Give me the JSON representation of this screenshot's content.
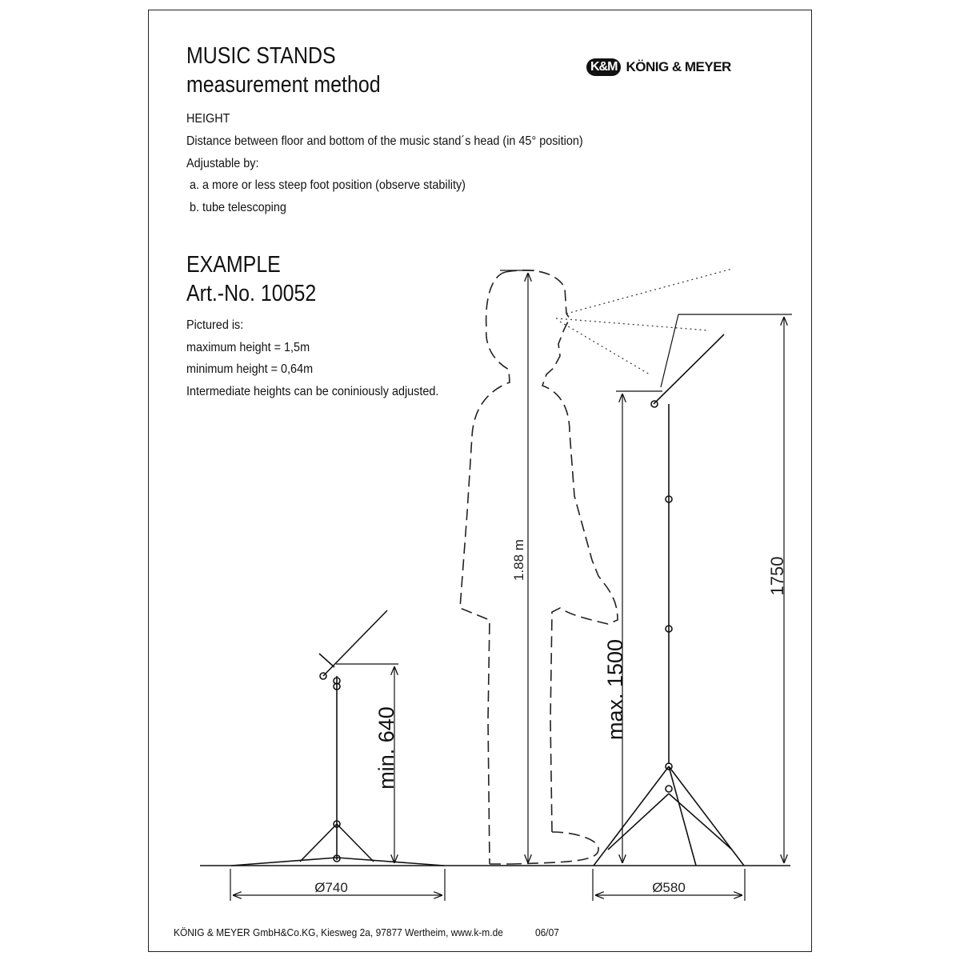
{
  "header": {
    "title_line1": "MUSIC STANDS",
    "title_line2": "measurement method",
    "logo_badge": "K&M",
    "logo_text": "KÖNIG & MEYER"
  },
  "height_section": {
    "heading": "HEIGHT",
    "description": "Distance between floor and bottom of the music stand´s head (in 45° position)",
    "adjustable_by": "Adjustable by:",
    "option_a": "a. a more or less steep foot position (observe stability)",
    "option_b": "b. tube telescoping"
  },
  "example": {
    "heading": "EXAMPLE",
    "article": "Art.-No. 10052",
    "pictured": "Pictured is:",
    "max_height": "maximum height = 1,5m",
    "min_height": "minimum height = 0,64m",
    "intermediate": "Intermediate heights can be coniniously adjusted."
  },
  "dimensions": {
    "min_label": "min. 640",
    "max_label": "max. 1500",
    "person_label": "1.88  m",
    "top_label": "1750",
    "base_left_label": "Ø740",
    "base_right_label": "Ø580"
  },
  "footer": {
    "address": "KÖNIG & MEYER GmbH&Co.KG, Kiesweg 2a, 97877 Wertheim, www.k-m.de",
    "date": "06/07"
  }
}
